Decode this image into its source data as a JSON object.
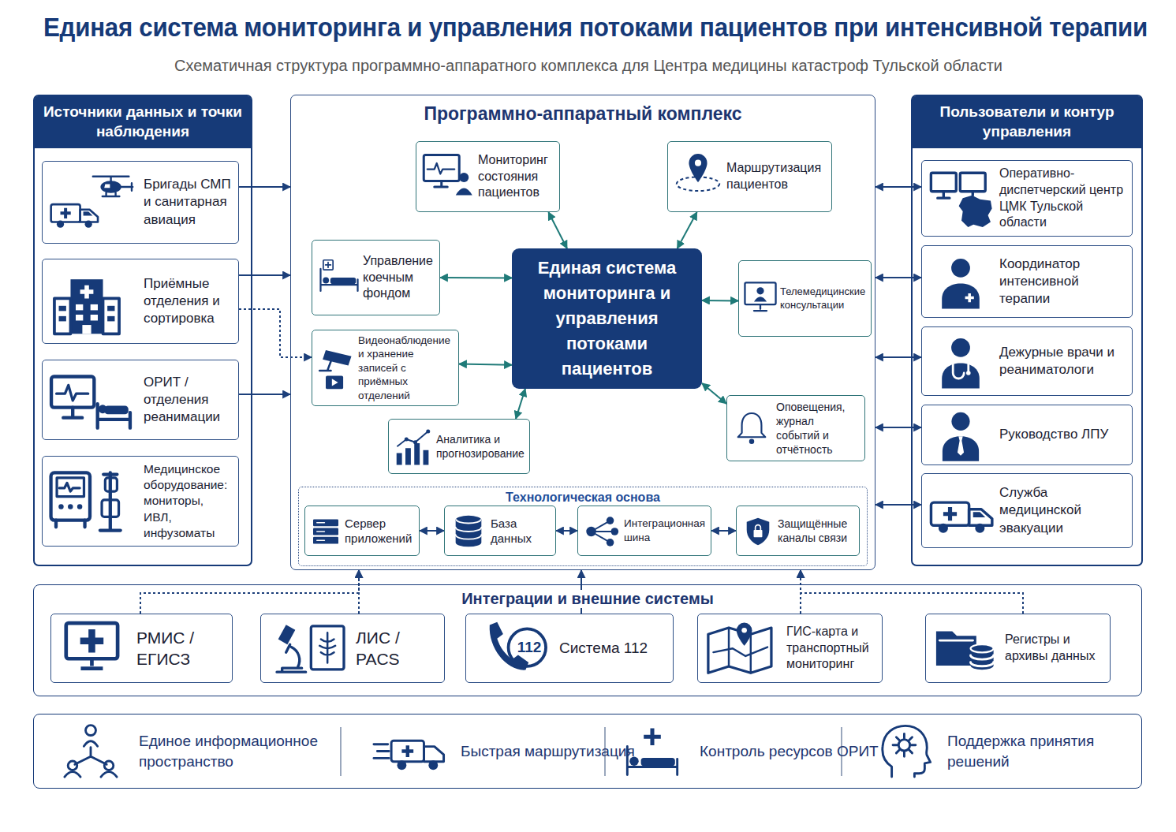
{
  "diagram": {
    "title": "Единая система мониторинга и управления потоками пациентов при интенсивной терапии",
    "caption": "Схематичная структура программно-аппаратного комплекса для Центра медицины катастроф Тульской области",
    "nodes": [
      {
        "text": [
          "Источники данных и точки наблюдения"
        ]
      },
      {
        "text": [
          "Бригады СМП и санитарная авиация"
        ],
        "in": 0
      },
      {
        "text": [
          "Приёмные отделения и сортировка"
        ],
        "in": 0
      },
      {
        "text": [
          "ОРИТ / отделения реанимации"
        ],
        "in": 0
      },
      {
        "text": [
          "Медицинское оборудование: мониторы, ИВЛ, инфузоматы"
        ],
        "in": 0
      },
      {
        "text": [
          "Программно-аппаратный комплекс"
        ]
      },
      {
        "text": [
          "Мониторинг состояния пациентов"
        ],
        "in": 5
      },
      {
        "text": [
          "Маршрутизация пациентов"
        ],
        "in": 5
      },
      {
        "text": [
          "Управление коечным фондом"
        ],
        "in": 5
      },
      {
        "text": [
          "Единая система мониторинга и управления потоками пациентов"
        ],
        "in": 5
      },
      {
        "text": [
          "Телемедицинские консультации"
        ],
        "in": 5
      },
      {
        "text": [
          "Видеонаблюдение и хранение записей с приёмных отделений"
        ],
        "in": 5
      },
      {
        "text": [
          "Аналитика и прогнозирование"
        ],
        "in": 5
      },
      {
        "text": [
          "Оповещения, журнал событий и отчётность"
        ],
        "in": 5
      },
      {
        "text": [
          "Технологическая основа"
        ],
        "in": 5
      },
      {
        "text": [
          "Сервер приложений"
        ],
        "in": 14
      },
      {
        "text": [
          "База данных"
        ],
        "in": 14
      },
      {
        "text": [
          "Интеграционная шина"
        ],
        "in": 14
      },
      {
        "text": [
          "Защищённые каналы связи"
        ],
        "in": 14
      },
      {
        "text": [
          "Пользователи и контур управления"
        ]
      },
      {
        "text": [
          "Оперативно-диспетчерский центр ЦМК Тульской области"
        ],
        "in": 19
      },
      {
        "text": [
          "Координатор интенсивной терапии"
        ],
        "in": 19
      },
      {
        "text": [
          "Дежурные врачи и реаниматологи"
        ],
        "in": 19
      },
      {
        "text": [
          "Руководство ЛПУ"
        ],
        "in": 19
      },
      {
        "text": [
          "Служба медицинской эвакуации"
        ],
        "in": 19
      },
      {
        "text": [
          "Интеграции и внешние системы"
        ]
      },
      {
        "text": [
          "РМИС / ЕГИСЗ"
        ],
        "in": 25
      },
      {
        "text": [
          "ЛИС / PACS"
        ],
        "in": 25
      },
      {
        "text": [
          "Система 112"
        ],
        "in": 25
      },
      {
        "text": [
          "ГИС-карта и транспортный мониторинг"
        ],
        "in": 25
      },
      {
        "text": [
          "Регистры и архивы данных"
        ],
        "in": 25
      },
      {
        "text": [
          "Единое информационное пространство",
          "Быстрая маршрутизация",
          "Контроль ресурсов ОРИТ",
          "Поддержка принятия решений"
        ]
      }
    ],
    "edges": [
      {
        "from": 1,
        "to": 5,
        "arrow": "to"
      },
      {
        "from": 2,
        "to": 5,
        "arrow": "to"
      },
      {
        "from": 3,
        "to": 5,
        "arrow": "to"
      },
      {
        "from": 2,
        "to": 11,
        "arrow": "to"
      },
      {
        "from": 6,
        "to": 9,
        "arrow": "both"
      },
      {
        "from": 7,
        "to": 9,
        "arrow": "both"
      },
      {
        "from": 8,
        "to": 9,
        "arrow": "both"
      },
      {
        "from": 9,
        "to": 10,
        "arrow": "both"
      },
      {
        "from": 11,
        "to": 9,
        "arrow": "both"
      },
      {
        "from": 12,
        "to": 9,
        "arrow": "both"
      },
      {
        "from": 9,
        "to": 13,
        "arrow": "both"
      },
      {
        "from": 15,
        "to": 16,
        "arrow": "both"
      },
      {
        "from": 16,
        "to": 17,
        "arrow": "both"
      },
      {
        "from": 17,
        "to": 18,
        "arrow": "both"
      },
      {
        "from": 5,
        "to": 20,
        "arrow": "both"
      },
      {
        "from": 5,
        "to": 21,
        "arrow": "both"
      },
      {
        "from": 5,
        "to": 22,
        "arrow": "both"
      },
      {
        "from": 5,
        "to": 23,
        "arrow": "both"
      },
      {
        "from": 5,
        "to": 24,
        "arrow": "both"
      },
      {
        "from": 26,
        "to": 5,
        "arrow": "to"
      },
      {
        "from": 27,
        "to": 5,
        "arrow": "to"
      },
      {
        "from": 28,
        "to": 5,
        "arrow": "to"
      },
      {
        "from": 29,
        "to": 5,
        "arrow": "to"
      },
      {
        "from": 30,
        "to": 5,
        "arrow": "to"
      }
    ],
    "labels": [
      "112"
    ]
  }
}
